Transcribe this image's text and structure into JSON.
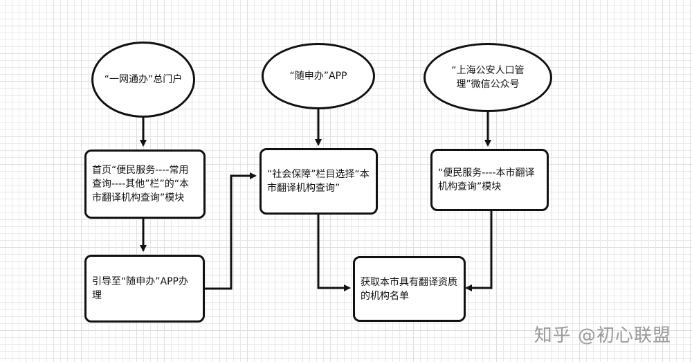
{
  "diagram": {
    "nodes": {
      "portal": {
        "label": "“一网通办”总门户",
        "shape": "ellipse"
      },
      "suishenban_app": {
        "label": "“随申办”APP",
        "shape": "ellipse"
      },
      "wechat_account": {
        "label": "“上海公安人口管理”微信公众号",
        "shape": "ellipse"
      },
      "portal_step": {
        "label": "首页“便民服务----常用查询----其他”栏”的“本市翻译机构查询”模块",
        "shape": "rounded-rect"
      },
      "guide_to_app": {
        "label": "引导至“随申办”APP办理",
        "shape": "rounded-rect"
      },
      "social_security_step": {
        "label": "“社会保障”栏目选择“本市翻译机构查询”",
        "shape": "rounded-rect"
      },
      "wechat_step": {
        "label": "“便民服务----本市翻译机构查询”模块",
        "shape": "rounded-rect"
      },
      "result": {
        "label": "获取本市具有翻译资质的机构名单",
        "shape": "rounded-rect"
      }
    },
    "edges": [
      {
        "from": "portal",
        "to": "portal_step"
      },
      {
        "from": "portal_step",
        "to": "guide_to_app"
      },
      {
        "from": "guide_to_app",
        "to": "social_security_step"
      },
      {
        "from": "suishenban_app",
        "to": "social_security_step"
      },
      {
        "from": "social_security_step",
        "to": "result"
      },
      {
        "from": "wechat_account",
        "to": "wechat_step"
      },
      {
        "from": "wechat_step",
        "to": "result"
      }
    ]
  },
  "watermark": {
    "text": "知乎 @初心联盟"
  },
  "colors": {
    "stroke": "#111111",
    "grid": "#e9e9e9",
    "watermark": "#9a9a9a"
  }
}
